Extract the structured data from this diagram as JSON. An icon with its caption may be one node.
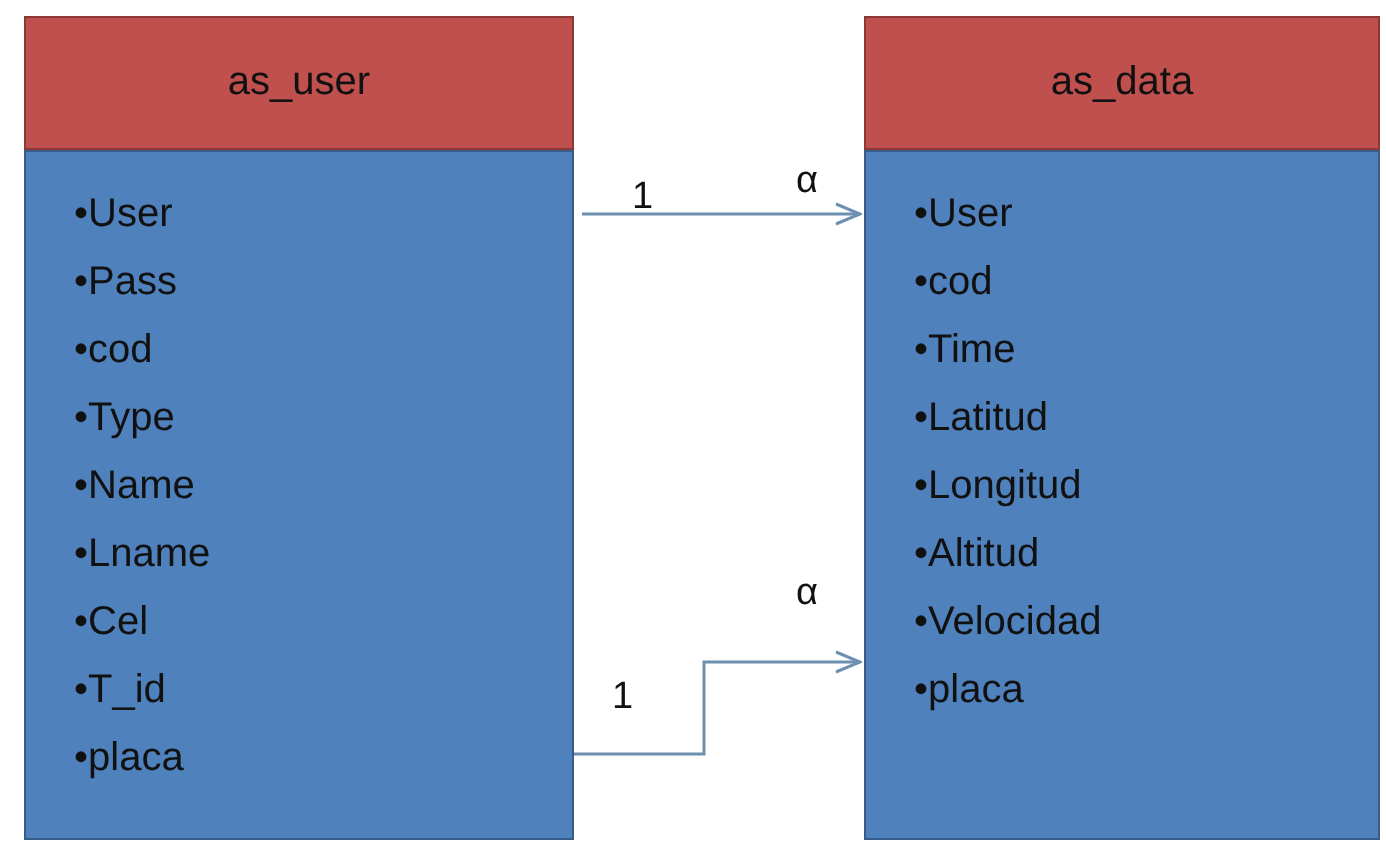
{
  "diagram": {
    "nodes": [
      {
        "text": [
          "as_user",
          "•User",
          "•Pass",
          "•cod",
          "•Type",
          "•Name",
          "•Lname",
          "•Cel",
          "•T_id",
          "•placa"
        ]
      },
      {
        "text": [
          "as_data",
          "•User",
          "•cod",
          "•Time",
          "•Latitud",
          "•Longitud",
          "•Altitud",
          "•Velocidad",
          "•placa"
        ]
      }
    ],
    "edges": [
      {
        "from": 0,
        "to": 1,
        "arrow": "to"
      },
      {
        "from": 0,
        "to": 1,
        "arrow": "to"
      }
    ],
    "labels": [
      "1",
      "α",
      "1",
      "α"
    ]
  }
}
